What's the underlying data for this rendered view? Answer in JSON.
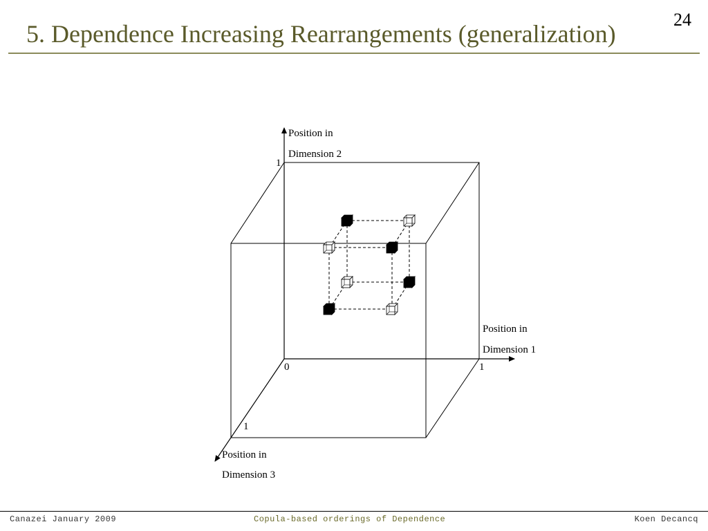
{
  "slide": {
    "title": "5. Dependence Increasing Rearrangements (generalization)",
    "page_number": "24"
  },
  "footer": {
    "left": "Canazei January 2009",
    "center": "Copula-based orderings of Dependence",
    "right": "Koen Decancq"
  },
  "diagram": {
    "axis_y_label_line1": "Position in",
    "axis_y_label_line2": "Dimension 2",
    "axis_x_label_line1": "Position in",
    "axis_x_label_line2": "Dimension 1",
    "axis_z_label_line1": "Position in",
    "axis_z_label_line2": "Dimension 3",
    "origin_label": "0",
    "y_max_label": "1",
    "x_max_label": "1",
    "z_max_label": "1",
    "colors": {
      "filled_cube": "#000000",
      "open_cube": "#ffffff",
      "lines": "#000000"
    }
  }
}
